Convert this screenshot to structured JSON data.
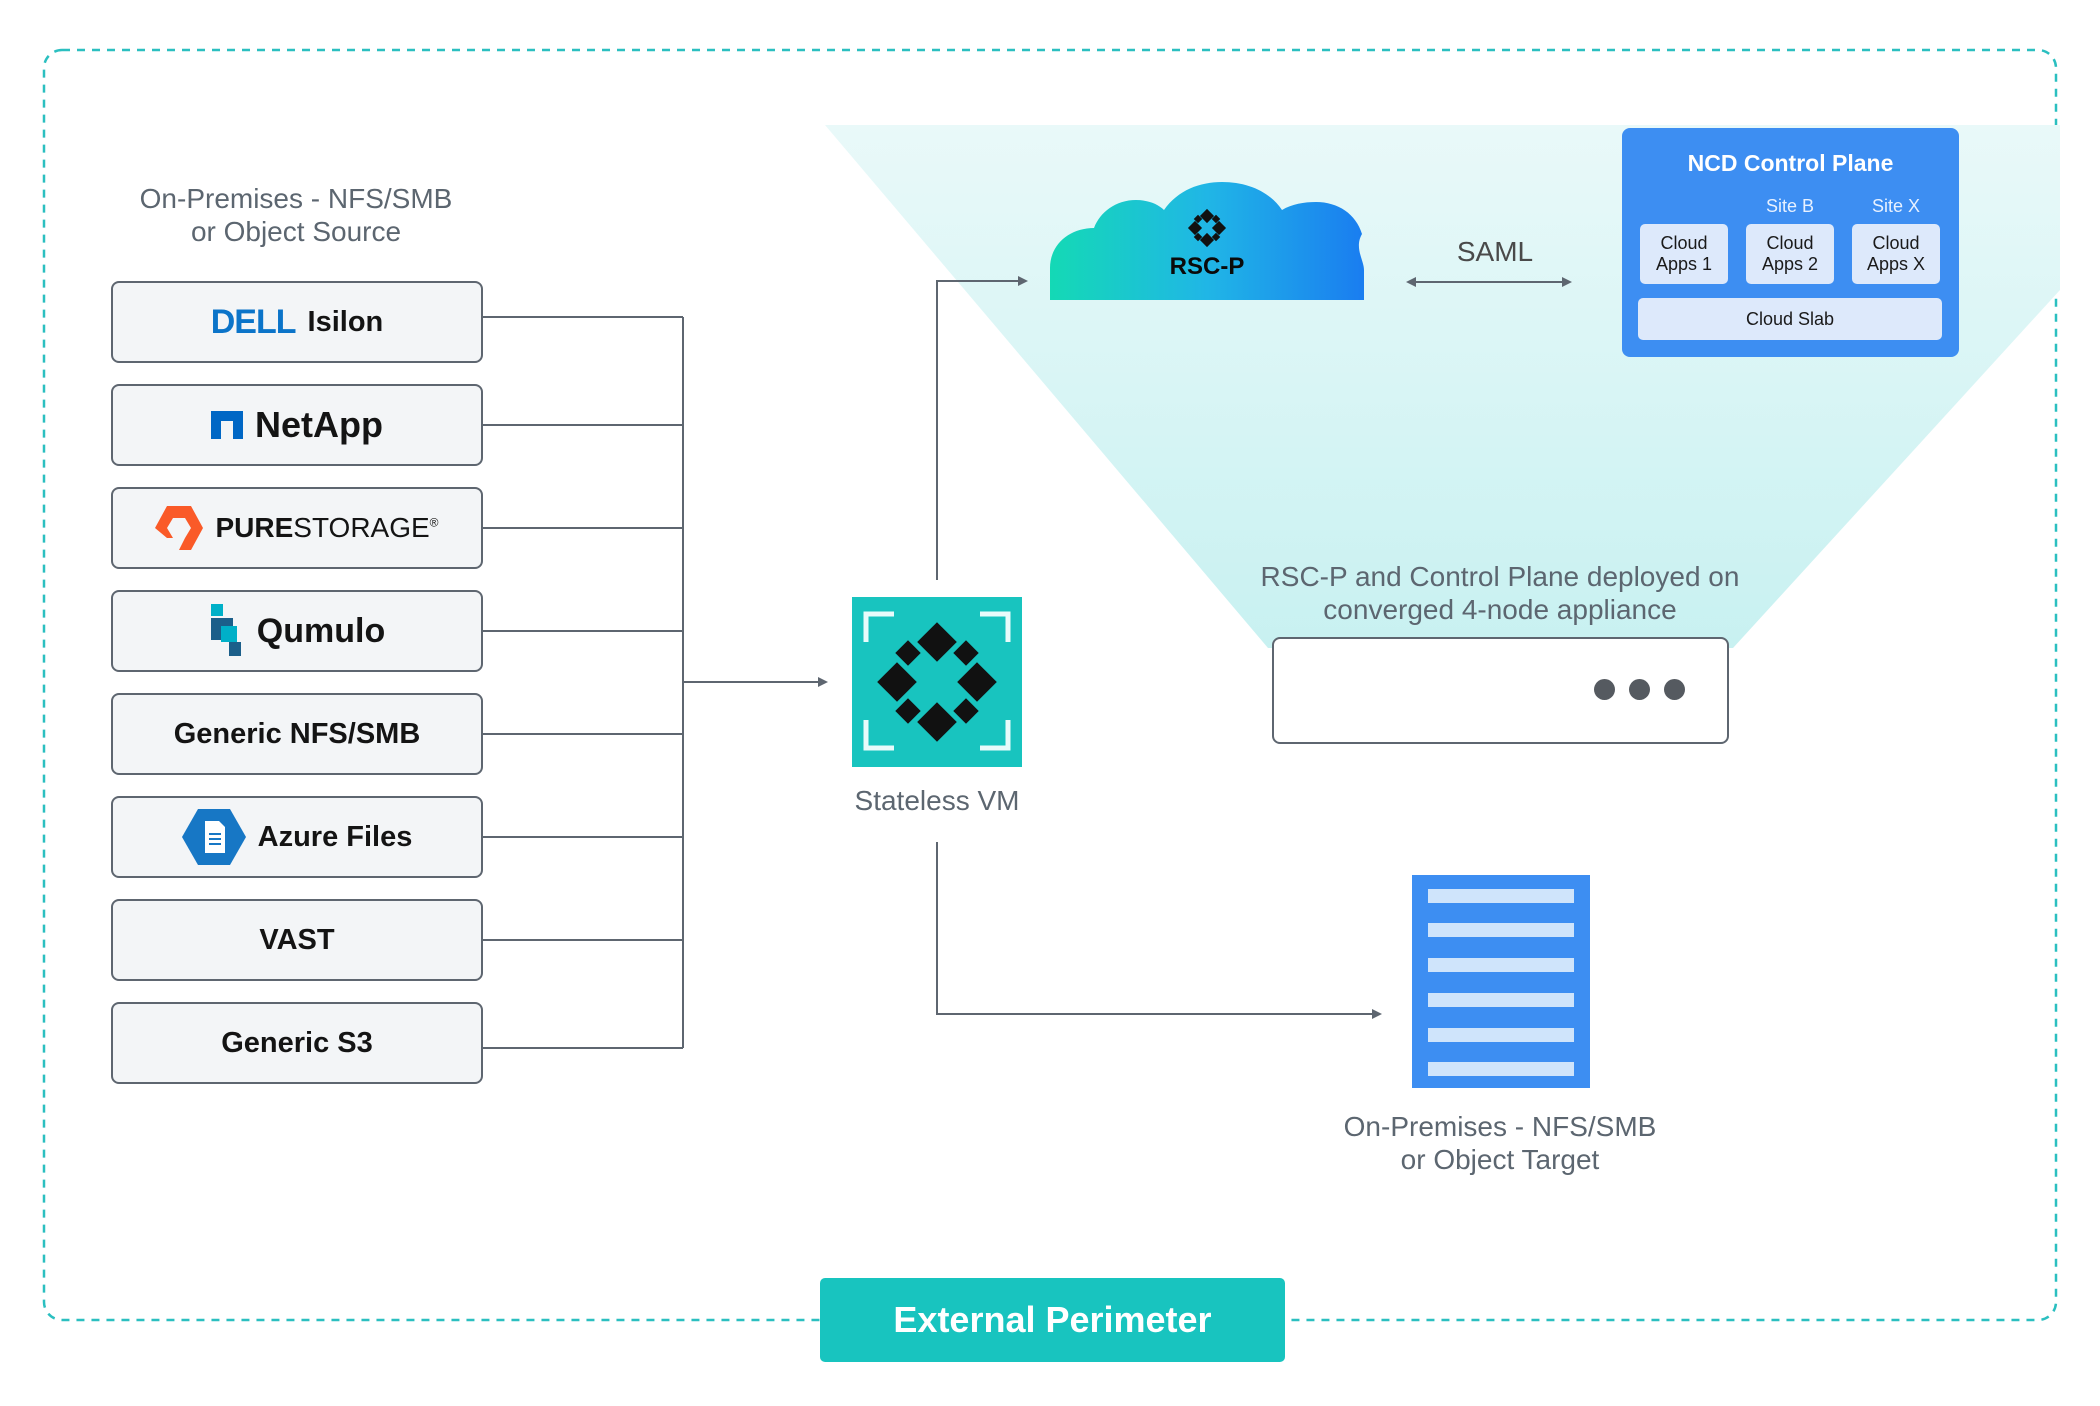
{
  "source_title": [
    "On-Premises - NFS/SMB",
    "or Object Source"
  ],
  "sources": [
    {
      "id": "dell-isilon",
      "logo_text": "DELL",
      "label": "Isilon"
    },
    {
      "id": "netapp",
      "logo_text": "",
      "label": "NetApp"
    },
    {
      "id": "purestorage",
      "logo_text": "",
      "label_bold": "PURE",
      "label_light": "STORAGE",
      "mark": "®"
    },
    {
      "id": "qumulo",
      "logo_text": "",
      "label": "Qumulo"
    },
    {
      "id": "generic-nfs-smb",
      "logo_text": "",
      "label": "Generic NFS/SMB"
    },
    {
      "id": "azure-files",
      "logo_text": "",
      "label": "Azure Files"
    },
    {
      "id": "vast",
      "logo_text": "",
      "label": "VAST"
    },
    {
      "id": "generic-s3",
      "logo_text": "",
      "label": "Generic S3"
    }
  ],
  "vm": {
    "label": "Stateless VM",
    "icon": "rubrik-logo-icon"
  },
  "cloud": {
    "label": "RSC-P",
    "icon": "rubrik-logo-icon"
  },
  "saml_label": "SAML",
  "ncd": {
    "title": "NCD Control Plane",
    "sites": [
      "Site B",
      "Site X"
    ],
    "apps": [
      [
        "Cloud",
        "Apps 1"
      ],
      [
        "Cloud",
        "Apps 2"
      ],
      [
        "Cloud",
        "Apps X"
      ]
    ],
    "slab": "Cloud Slab"
  },
  "appliance_caption": [
    "RSC-P and Control Plane deployed on",
    "converged 4-node appliance"
  ],
  "target_title": [
    "On-Premises - NFS/SMB",
    "or Object Target"
  ],
  "perimeter_label": "External Perimeter",
  "colors": {
    "teal": "#18c4bf",
    "blue": "#3d8ef2",
    "dell_blue": "#0b74c9",
    "netapp_blue": "#0067c5",
    "pure_orange": "#fa5a28",
    "qumulo_teal": "#00b0c8",
    "azure_blue": "#1777c5",
    "dashed_border": "#2bbfc0"
  }
}
